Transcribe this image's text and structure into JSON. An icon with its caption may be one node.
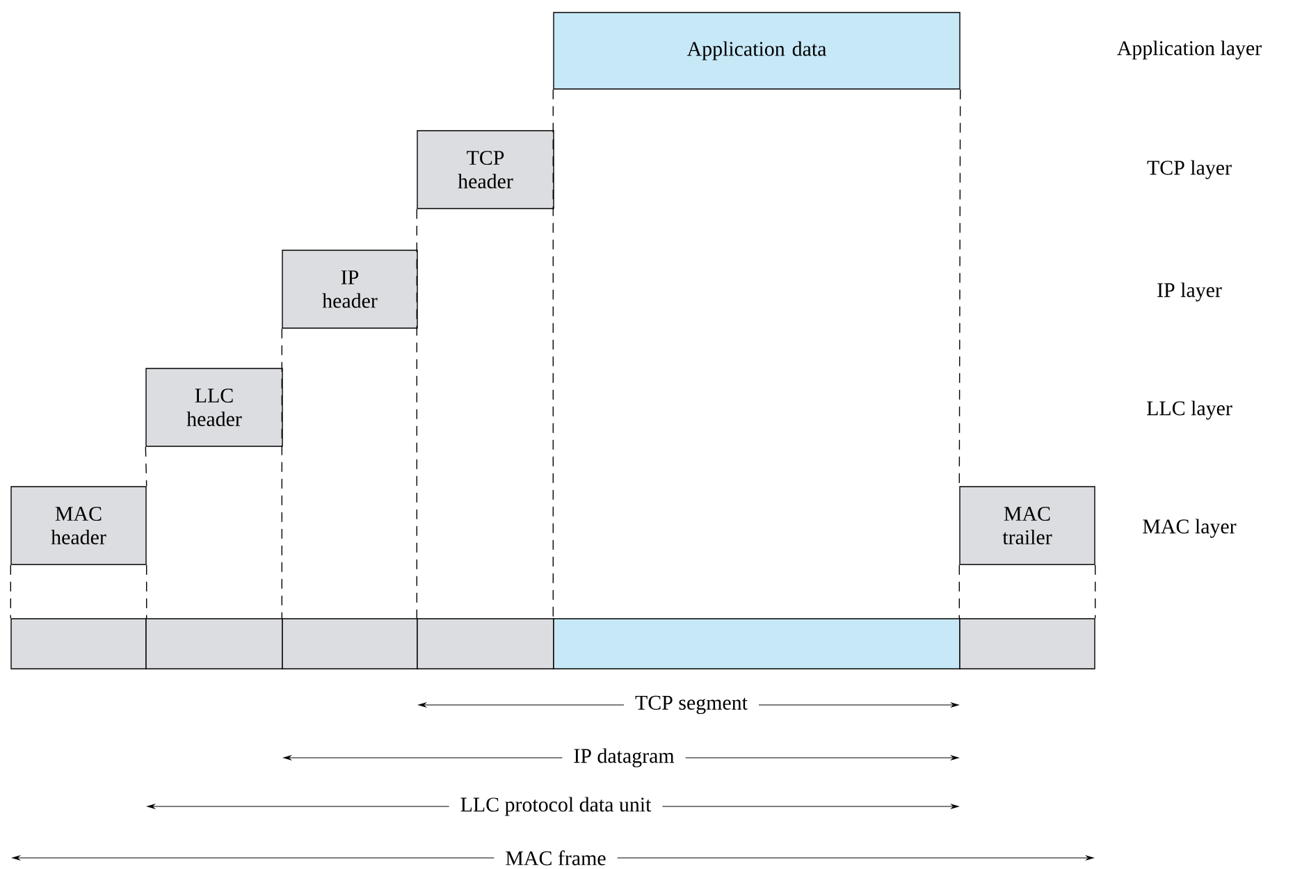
{
  "diagram": {
    "nodes": [
      {
        "text": [
          "Application data"
        ]
      },
      {
        "text": [
          "TCP header"
        ]
      },
      {
        "text": [
          "IP header"
        ]
      },
      {
        "text": [
          "LLC header"
        ]
      },
      {
        "text": [
          "MAC header"
        ]
      },
      {
        "text": [
          "MAC trailer"
        ]
      },
      {
        "text": [],
        "shape": "box"
      },
      {
        "text": [],
        "shape": "box"
      },
      {
        "text": [],
        "shape": "box"
      },
      {
        "text": [],
        "shape": "box"
      },
      {
        "text": [],
        "shape": "box"
      },
      {
        "text": [],
        "shape": "box"
      }
    ],
    "edges": [
      {
        "from": 0,
        "to": 10,
        "arrow": "none",
        "style": "dashed"
      },
      {
        "from": 0,
        "to": 5,
        "arrow": "none",
        "style": "dashed"
      },
      {
        "from": 1,
        "to": 9,
        "arrow": "none",
        "style": "dashed"
      },
      {
        "from": 2,
        "to": 8,
        "arrow": "none",
        "style": "dashed"
      },
      {
        "from": 3,
        "to": 4,
        "arrow": "none",
        "style": "dashed"
      },
      {
        "from": 4,
        "to": 6,
        "arrow": "none",
        "style": "dashed"
      },
      {
        "from": 4,
        "to": 6,
        "arrow": "none",
        "style": "dashed"
      },
      {
        "from": 5,
        "to": 11,
        "arrow": "none",
        "style": "dashed"
      },
      {
        "from": 5,
        "to": 11,
        "arrow": "none",
        "style": "dashed"
      }
    ],
    "labels": [
      "Application layer",
      "TCP layer",
      "IP layer",
      "LLC layer",
      "MAC layer",
      "TCP segment",
      "IP datagram",
      "LLC protocol data unit",
      "MAC frame"
    ]
  }
}
